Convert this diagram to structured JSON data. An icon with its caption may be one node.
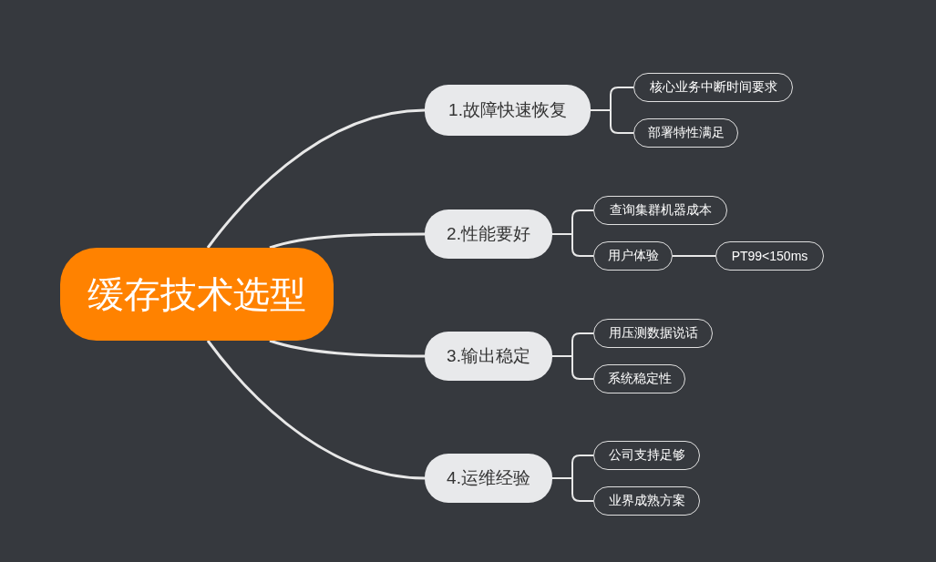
{
  "diagram": {
    "nodes": [
      {
        "text": [
          "缓存技术选型"
        ]
      },
      {
        "text": [
          "1.故障快速恢复"
        ]
      },
      {
        "text": [
          "核心业务中断时间要求"
        ]
      },
      {
        "text": [
          "部署特性满足"
        ]
      },
      {
        "text": [
          "2.性能要好"
        ]
      },
      {
        "text": [
          "查询集群机器成本"
        ]
      },
      {
        "text": [
          "用户体验"
        ]
      },
      {
        "text": [
          "PT99<150ms"
        ]
      },
      {
        "text": [
          "3.输出稳定"
        ]
      },
      {
        "text": [
          "用压测数据说话"
        ]
      },
      {
        "text": [
          "系统稳定性"
        ]
      },
      {
        "text": [
          "4.运维经验"
        ]
      },
      {
        "text": [
          "公司支持足够"
        ]
      },
      {
        "text": [
          "业界成熟方案"
        ]
      }
    ],
    "edges": [
      {
        "from": 0,
        "to": 1,
        "arrow": "none"
      },
      {
        "from": 1,
        "to": 2,
        "arrow": "none"
      },
      {
        "from": 1,
        "to": 3,
        "arrow": "none"
      },
      {
        "from": 0,
        "to": 4,
        "arrow": "none"
      },
      {
        "from": 4,
        "to": 5,
        "arrow": "none"
      },
      {
        "from": 4,
        "to": 6,
        "arrow": "none"
      },
      {
        "from": 6,
        "to": 7,
        "arrow": "none"
      },
      {
        "from": 0,
        "to": 8,
        "arrow": "none"
      },
      {
        "from": 8,
        "to": 9,
        "arrow": "none"
      },
      {
        "from": 8,
        "to": 10,
        "arrow": "none"
      },
      {
        "from": 0,
        "to": 11,
        "arrow": "none"
      },
      {
        "from": 11,
        "to": 12,
        "arrow": "none"
      },
      {
        "from": 11,
        "to": 13,
        "arrow": "none"
      }
    ]
  }
}
